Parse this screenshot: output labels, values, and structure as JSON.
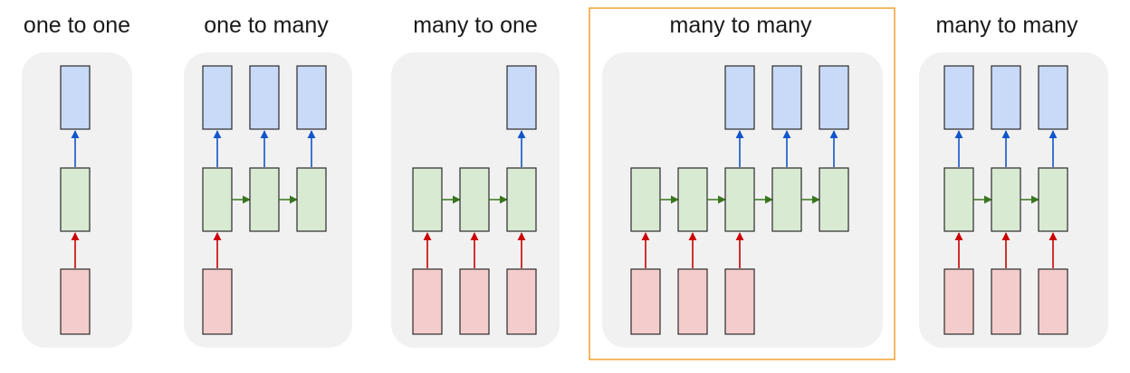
{
  "titles": {
    "one_to_one": "one to one",
    "one_to_many": "one to many",
    "many_to_one": "many to one",
    "many_to_many_1": "many to many",
    "many_to_many_2": "many to many"
  },
  "colors": {
    "panel_bg": "#f1f1f1",
    "input_fill": "#f4cccc",
    "hidden_fill": "#d9ead3",
    "output_fill": "#c9daf8",
    "box_stroke": "#2b2b2b",
    "input_arrow": "#cc0000",
    "output_arrow": "#1155cc",
    "recurrent_arrow": "#38761d",
    "highlight_border": "#f0a030"
  },
  "panels": [
    {
      "id": "one_to_one",
      "steps": 1,
      "inputs": [
        true
      ],
      "outputs": [
        true
      ]
    },
    {
      "id": "one_to_many",
      "steps": 3,
      "inputs": [
        true,
        false,
        false
      ],
      "outputs": [
        true,
        true,
        true
      ]
    },
    {
      "id": "many_to_one",
      "steps": 3,
      "inputs": [
        true,
        true,
        true
      ],
      "outputs": [
        false,
        false,
        true
      ]
    },
    {
      "id": "many_to_many_1",
      "steps": 5,
      "inputs": [
        true,
        true,
        true,
        false,
        false
      ],
      "outputs": [
        false,
        false,
        true,
        true,
        true
      ],
      "highlighted": true
    },
    {
      "id": "many_to_many_2",
      "steps": 3,
      "inputs": [
        true,
        true,
        true
      ],
      "outputs": [
        true,
        true,
        true
      ]
    }
  ]
}
